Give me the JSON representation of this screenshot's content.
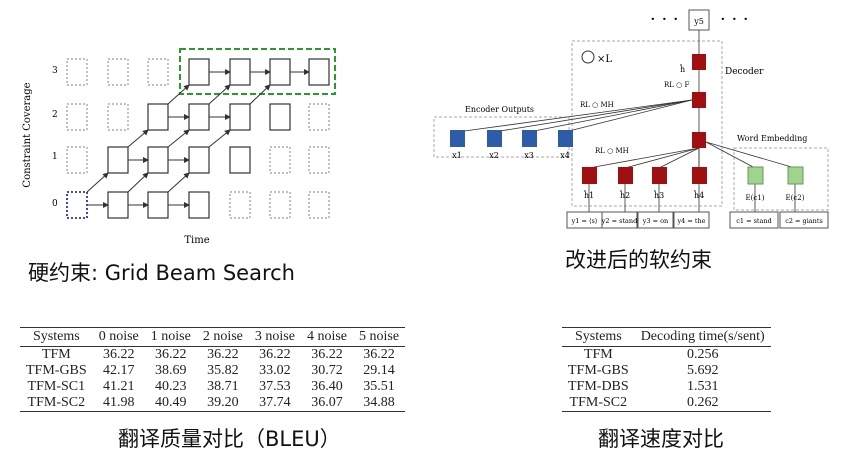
{
  "gbs_figure": {
    "ylabel": "Constraint Coverage",
    "xlabel": "Time",
    "row_labels": [
      "3",
      "2",
      "1",
      "0"
    ]
  },
  "captions": {
    "gbs": "硬约束: Grid Beam Search",
    "improved": "改进后的软约束",
    "quality": "翻译质量对比（BLEU）",
    "speed": "翻译速度对比"
  },
  "model_figure": {
    "dots_left": "· · ·",
    "dots_right": "· · ·",
    "output": "y5",
    "repeat": "×L",
    "decoder": "Decoder",
    "encoder_outputs": "Encoder Outputs",
    "word_embedding": "Word Embedding",
    "label_rl_f": "RL ○ F",
    "label_rl_mh_1": "RL ○ MH",
    "label_rl_mh_2": "RL ○ MH",
    "h_top": "ĥ",
    "encoder_nodes": [
      "x1",
      "x2",
      "x3",
      "x4"
    ],
    "decoder_nodes": [
      "ĥ1",
      "ĥ2",
      "ĥ3",
      "ĥ4"
    ],
    "embed_nodes": [
      "E(c1)",
      "E(c2)"
    ],
    "inputs": [
      "y1 = ⟨s⟩",
      "y2 = stand",
      "y3 = on",
      "y4 = the"
    ],
    "constraints": [
      "c1 = stand",
      "c2 = giants"
    ]
  },
  "bleu_table": {
    "headers": [
      "Systems",
      "0 noise",
      "1 noise",
      "2 noise",
      "3 noise",
      "4 noise",
      "5 noise"
    ],
    "rows": [
      [
        "TFM",
        "36.22",
        "36.22",
        "36.22",
        "36.22",
        "36.22",
        "36.22"
      ],
      [
        "TFM-GBS",
        "42.17",
        "38.69",
        "35.82",
        "33.02",
        "30.72",
        "29.14"
      ],
      [
        "TFM-SC1",
        "41.21",
        "40.23",
        "38.71",
        "37.53",
        "36.40",
        "35.51"
      ],
      [
        "TFM-SC2",
        "41.98",
        "40.49",
        "39.20",
        "37.74",
        "36.07",
        "34.88"
      ]
    ]
  },
  "speed_table": {
    "headers": [
      "Systems",
      "Decoding time(s/sent)"
    ],
    "rows": [
      [
        "TFM",
        "0.256"
      ],
      [
        "TFM-GBS",
        "5.692"
      ],
      [
        "TFM-DBS",
        "1.531"
      ],
      [
        "TFM-SC2",
        "0.262"
      ]
    ]
  }
}
